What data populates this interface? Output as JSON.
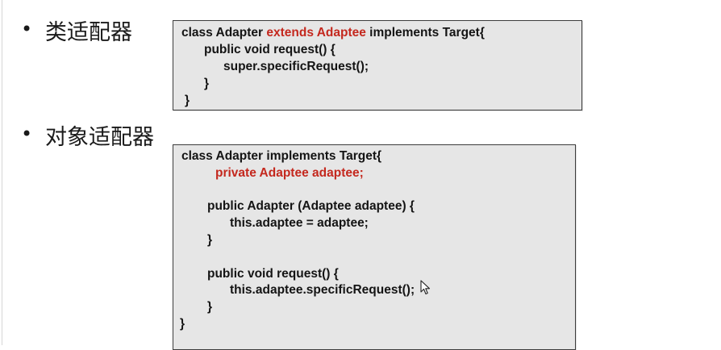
{
  "bullet_char": "•",
  "section1": {
    "heading": "类适配器",
    "code": [
      {
        "parts": [
          {
            "text": "class Adapter "
          },
          {
            "text": "extends Adaptee",
            "highlight": true
          },
          {
            "text": " implements Target{"
          }
        ]
      },
      {
        "parts": [
          {
            "text": "public void request() {"
          }
        ]
      },
      {
        "parts": [
          {
            "text": "super.specificRequest();"
          }
        ]
      },
      {
        "parts": [
          {
            "text": "}"
          }
        ]
      },
      {
        "parts": [
          {
            "text": "}"
          }
        ]
      }
    ]
  },
  "section2": {
    "heading": "对象适配器",
    "code": [
      {
        "parts": [
          {
            "text": "class Adapter implements Target{"
          }
        ]
      },
      {
        "parts": [
          {
            "text": "private Adaptee adaptee;",
            "highlight": true
          }
        ]
      },
      {
        "parts": []
      },
      {
        "parts": [
          {
            "text": "public Adapter (Adaptee adaptee) {"
          }
        ]
      },
      {
        "parts": [
          {
            "text": "this.adaptee = adaptee;"
          }
        ]
      },
      {
        "parts": [
          {
            "text": "}"
          }
        ]
      },
      {
        "parts": []
      },
      {
        "parts": [
          {
            "text": "public void request() {"
          }
        ]
      },
      {
        "parts": [
          {
            "text": "this.adaptee.specificRequest();"
          }
        ]
      },
      {
        "parts": [
          {
            "text": "}"
          }
        ]
      },
      {
        "parts": [
          {
            "text": "}"
          }
        ]
      }
    ]
  },
  "colors": {
    "background": "#ffffff",
    "box_fill": "#e6e6e6",
    "box_border": "#3c3c3c",
    "code_text": "#141414",
    "highlight": "#c4281e"
  },
  "icons": {
    "cursor": "mouse-pointer-icon"
  }
}
